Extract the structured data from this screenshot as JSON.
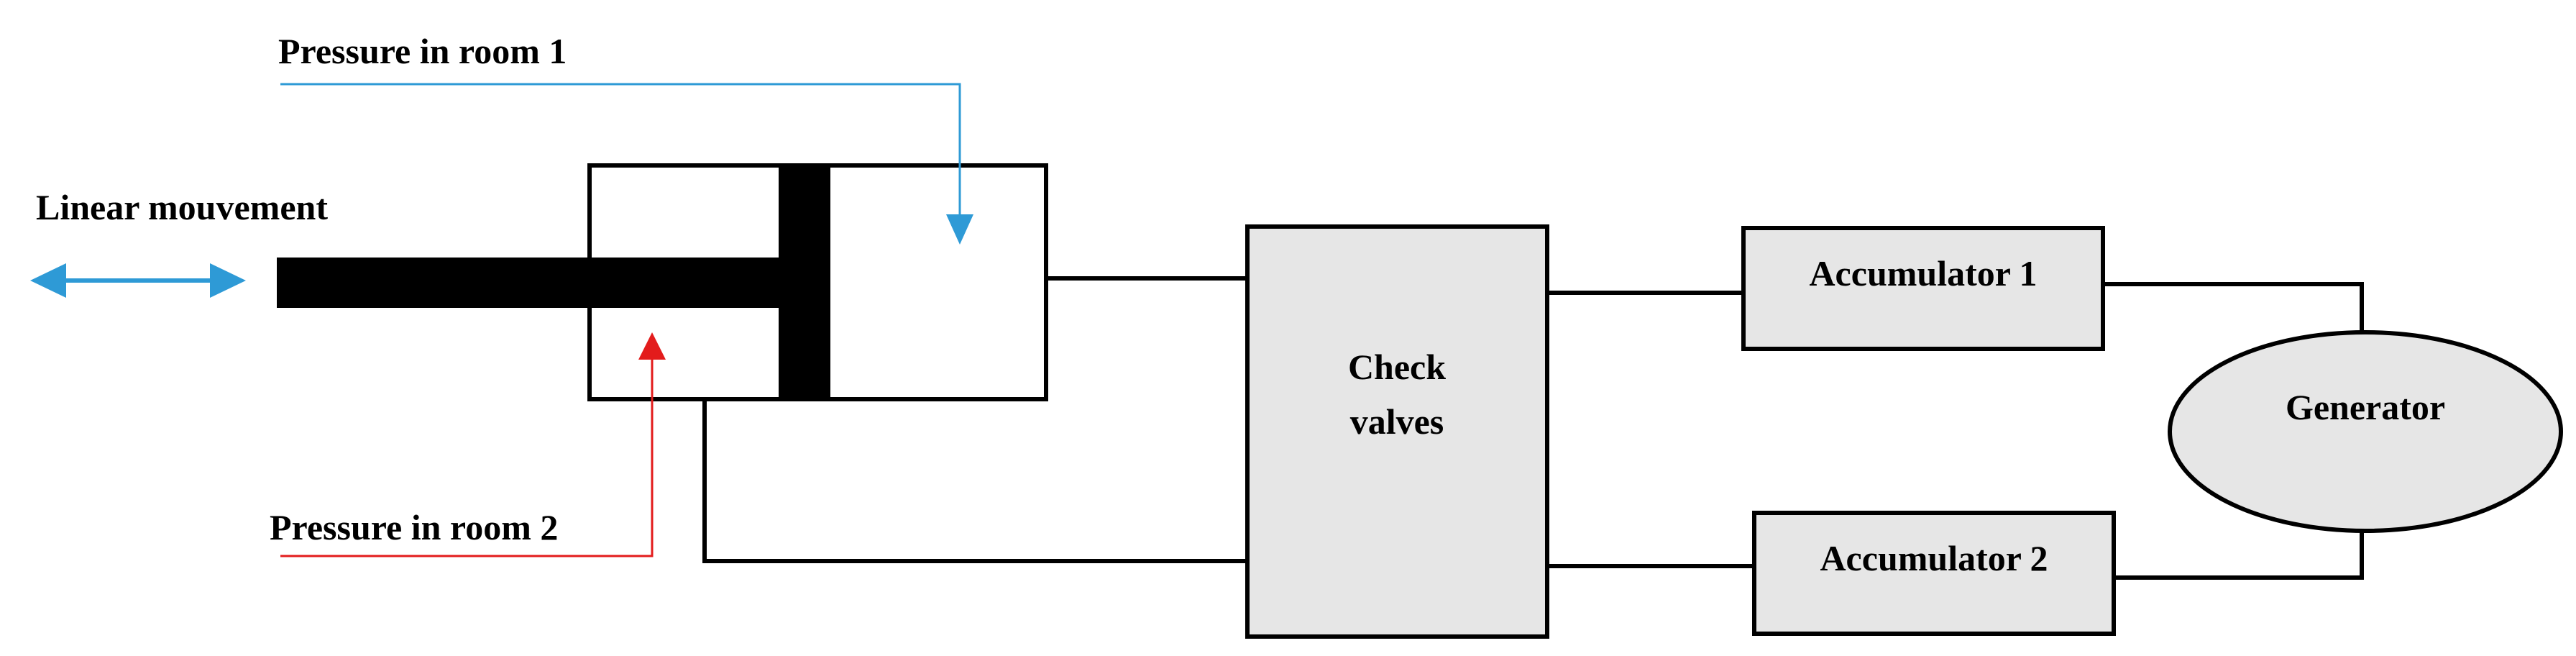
{
  "labels": {
    "pressure_room_1": "Pressure in room 1",
    "pressure_room_2": "Pressure in room 2",
    "linear_movement": "Linear mouvement",
    "check_valves_line1": "Check",
    "check_valves_line2": "valves",
    "accumulator_1": "Accumulator 1",
    "accumulator_2": "Accumulator 2",
    "generator": "Generator"
  },
  "colors": {
    "room1_arrow": "#2E9AD6",
    "room2_arrow": "#E31C1C",
    "movement_arrow": "#2E9AD6",
    "component_fill": "#E6E6E6",
    "line": "#000000"
  }
}
